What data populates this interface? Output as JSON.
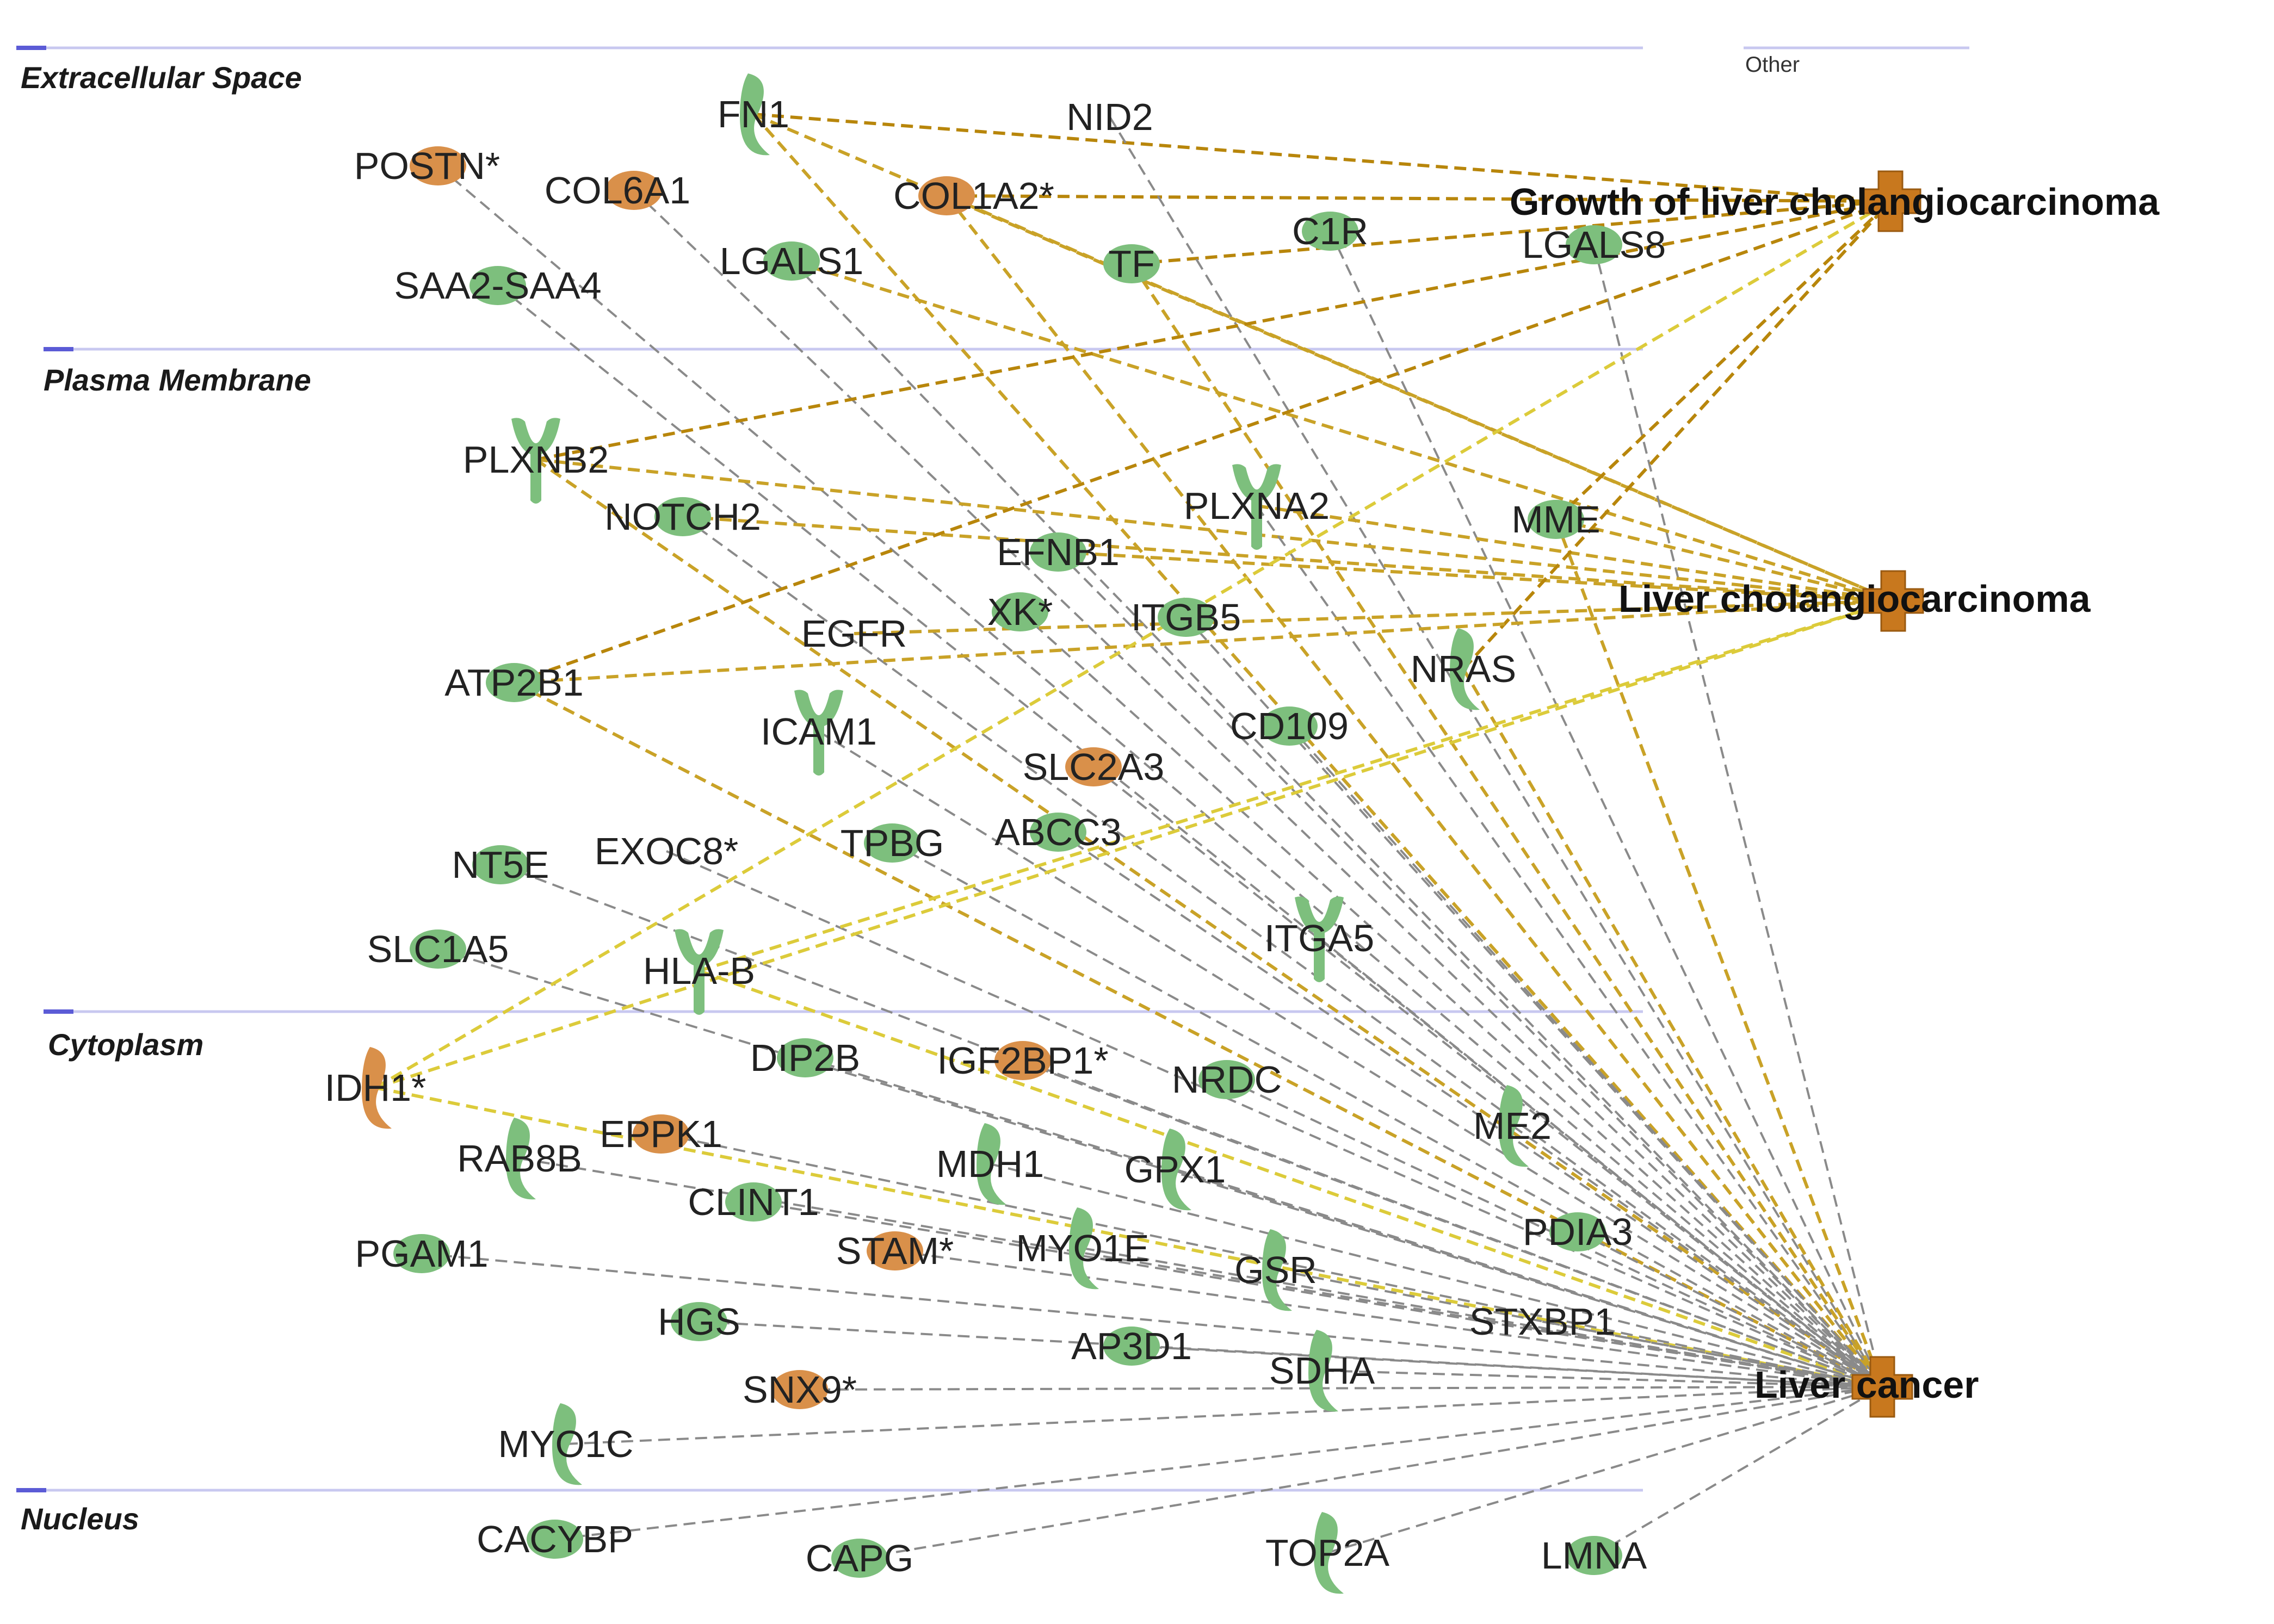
{
  "compartments": [
    {
      "id": "extracellular",
      "label": "Extracellular Space"
    },
    {
      "id": "plasma",
      "label": "Plasma Membrane"
    },
    {
      "id": "cytoplasm",
      "label": "Cytoplasm"
    },
    {
      "id": "nucleus",
      "label": "Nucleus"
    }
  ],
  "other_label": "Other",
  "colors": {
    "down_regulated": "#7dbf7d",
    "up_regulated": "#d9904a",
    "disease_node": "#c8781e",
    "edge_growth": "#b8860b",
    "edge_chol": "#c9a227",
    "edge_idh": "#dccb3a",
    "edge_cancer": "#8a8a8a",
    "divider": "#c8c8f0"
  },
  "diseases": [
    {
      "id": "growth",
      "label": "Growth of liver cholangiocarcinoma"
    },
    {
      "id": "chol",
      "label": "Liver cholangiocarcinoma"
    },
    {
      "id": "cancer",
      "label": "Liver cancer"
    }
  ],
  "genes": [
    {
      "id": "FN1",
      "label": "FN1",
      "reg": "down",
      "shape": "bean"
    },
    {
      "id": "NID2",
      "label": "NID2",
      "reg": "down",
      "shape": "none"
    },
    {
      "id": "POSTN",
      "label": "POSTN*",
      "reg": "up",
      "shape": "oval"
    },
    {
      "id": "COL6A1",
      "label": "COL6A1",
      "reg": "up",
      "shape": "oval"
    },
    {
      "id": "COL1A2",
      "label": "COL1A2*",
      "reg": "up",
      "shape": "oval"
    },
    {
      "id": "C1R",
      "label": "C1R",
      "reg": "down",
      "shape": "oval"
    },
    {
      "id": "LGALS1",
      "label": "LGALS1",
      "reg": "down",
      "shape": "oval"
    },
    {
      "id": "TF",
      "label": "TF",
      "reg": "down",
      "shape": "oval"
    },
    {
      "id": "LGALS8",
      "label": "LGALS8",
      "reg": "down",
      "shape": "oval"
    },
    {
      "id": "SAA2SAA4",
      "label": "SAA2-SAA4",
      "reg": "down",
      "shape": "oval"
    },
    {
      "id": "PLXNB2",
      "label": "PLXNB2",
      "reg": "down",
      "shape": "receptor"
    },
    {
      "id": "NOTCH2",
      "label": "NOTCH2",
      "reg": "down",
      "shape": "oval"
    },
    {
      "id": "PLXNA2",
      "label": "PLXNA2",
      "reg": "down",
      "shape": "receptor"
    },
    {
      "id": "MME",
      "label": "MME",
      "reg": "down",
      "shape": "oval"
    },
    {
      "id": "EFNB1",
      "label": "EFNB1",
      "reg": "down",
      "shape": "oval"
    },
    {
      "id": "XK",
      "label": "XK*",
      "reg": "down",
      "shape": "oval"
    },
    {
      "id": "ITGB5",
      "label": "ITGB5",
      "reg": "down",
      "shape": "oval"
    },
    {
      "id": "EGFR",
      "label": "EGFR",
      "reg": "down",
      "shape": "none"
    },
    {
      "id": "NRAS",
      "label": "NRAS",
      "reg": "down",
      "shape": "bean"
    },
    {
      "id": "ATP2B1",
      "label": "ATP2B1",
      "reg": "down",
      "shape": "oval"
    },
    {
      "id": "ICAM1",
      "label": "ICAM1",
      "reg": "down",
      "shape": "receptor"
    },
    {
      "id": "CD109",
      "label": "CD109",
      "reg": "down",
      "shape": "oval"
    },
    {
      "id": "SLC2A3",
      "label": "SLC2A3",
      "reg": "up",
      "shape": "oval"
    },
    {
      "id": "ABCC3",
      "label": "ABCC3",
      "reg": "down",
      "shape": "oval"
    },
    {
      "id": "TPBG",
      "label": "TPBG",
      "reg": "down",
      "shape": "oval"
    },
    {
      "id": "NT5E",
      "label": "NT5E",
      "reg": "down",
      "shape": "oval"
    },
    {
      "id": "EXOC8",
      "label": "EXOC8*",
      "reg": "down",
      "shape": "none"
    },
    {
      "id": "ITGA5",
      "label": "ITGA5",
      "reg": "down",
      "shape": "receptor"
    },
    {
      "id": "SLC1A5",
      "label": "SLC1A5",
      "reg": "down",
      "shape": "oval"
    },
    {
      "id": "HLAB",
      "label": "HLA-B",
      "reg": "down",
      "shape": "receptor"
    },
    {
      "id": "IDH1",
      "label": "IDH1*",
      "reg": "up",
      "shape": "bean"
    },
    {
      "id": "DIP2B",
      "label": "DIP2B",
      "reg": "down",
      "shape": "oval"
    },
    {
      "id": "IGF2BP1",
      "label": "IGF2BP1*",
      "reg": "up",
      "shape": "oval"
    },
    {
      "id": "NRDC",
      "label": "NRDC",
      "reg": "down",
      "shape": "oval"
    },
    {
      "id": "ME2",
      "label": "ME2",
      "reg": "down",
      "shape": "bean"
    },
    {
      "id": "EPPK1",
      "label": "EPPK1",
      "reg": "up",
      "shape": "oval"
    },
    {
      "id": "RAB8B",
      "label": "RAB8B",
      "reg": "down",
      "shape": "bean"
    },
    {
      "id": "MDH1",
      "label": "MDH1",
      "reg": "down",
      "shape": "bean"
    },
    {
      "id": "GPX1",
      "label": "GPX1",
      "reg": "down",
      "shape": "bean"
    },
    {
      "id": "CLINT1",
      "label": "CLINT1",
      "reg": "down",
      "shape": "oval"
    },
    {
      "id": "PDIA3",
      "label": "PDIA3",
      "reg": "down",
      "shape": "oval"
    },
    {
      "id": "PGAM1",
      "label": "PGAM1",
      "reg": "down",
      "shape": "oval"
    },
    {
      "id": "STAM",
      "label": "STAM*",
      "reg": "up",
      "shape": "oval"
    },
    {
      "id": "MYO1E",
      "label": "MYO1E",
      "reg": "down",
      "shape": "bean"
    },
    {
      "id": "GSR",
      "label": "GSR",
      "reg": "down",
      "shape": "bean"
    },
    {
      "id": "STXBP1",
      "label": "STXBP1",
      "reg": "down",
      "shape": "none"
    },
    {
      "id": "HGS",
      "label": "HGS",
      "reg": "down",
      "shape": "oval"
    },
    {
      "id": "AP3D1",
      "label": "AP3D1",
      "reg": "down",
      "shape": "oval"
    },
    {
      "id": "SDHA",
      "label": "SDHA",
      "reg": "down",
      "shape": "bean"
    },
    {
      "id": "SNX9",
      "label": "SNX9*",
      "reg": "up",
      "shape": "oval"
    },
    {
      "id": "MYO1C",
      "label": "MYO1C",
      "reg": "down",
      "shape": "bean"
    },
    {
      "id": "CACYBP",
      "label": "CACYBP",
      "reg": "down",
      "shape": "oval"
    },
    {
      "id": "CAPG",
      "label": "CAPG",
      "reg": "down",
      "shape": "oval"
    },
    {
      "id": "TOP2A",
      "label": "TOP2A",
      "reg": "down",
      "shape": "bean"
    },
    {
      "id": "LMNA",
      "label": "LMNA",
      "reg": "down",
      "shape": "oval"
    }
  ],
  "edges": [
    [
      "FN1",
      "growth"
    ],
    [
      "FN1",
      "chol"
    ],
    [
      "FN1",
      "cancer"
    ],
    [
      "COL1A2",
      "growth"
    ],
    [
      "COL1A2",
      "chol"
    ],
    [
      "COL1A2",
      "cancer"
    ],
    [
      "COL6A1",
      "cancer"
    ],
    [
      "POSTN",
      "cancer"
    ],
    [
      "TF",
      "growth"
    ],
    [
      "TF",
      "cancer"
    ],
    [
      "NID2",
      "cancer"
    ],
    [
      "C1R",
      "cancer"
    ],
    [
      "LGALS8",
      "cancer"
    ],
    [
      "LGALS1",
      "chol"
    ],
    [
      "LGALS1",
      "cancer"
    ],
    [
      "SAA2SAA4",
      "cancer"
    ],
    [
      "PLXNB2",
      "growth"
    ],
    [
      "PLXNB2",
      "chol"
    ],
    [
      "PLXNB2",
      "cancer"
    ],
    [
      "NOTCH2",
      "chol"
    ],
    [
      "NOTCH2",
      "cancer"
    ],
    [
      "PLXNA2",
      "chol"
    ],
    [
      "PLXNA2",
      "cancer"
    ],
    [
      "MME",
      "growth"
    ],
    [
      "MME",
      "chol"
    ],
    [
      "MME",
      "cancer"
    ],
    [
      "EFNB1",
      "chol"
    ],
    [
      "EFNB1",
      "cancer"
    ],
    [
      "XK",
      "cancer"
    ],
    [
      "ITGB5",
      "cancer"
    ],
    [
      "EGFR",
      "chol"
    ],
    [
      "NRAS",
      "growth"
    ],
    [
      "NRAS",
      "cancer"
    ],
    [
      "ATP2B1",
      "growth"
    ],
    [
      "ATP2B1",
      "chol"
    ],
    [
      "ATP2B1",
      "cancer"
    ],
    [
      "ICAM1",
      "cancer"
    ],
    [
      "CD109",
      "cancer"
    ],
    [
      "SLC2A3",
      "cancer"
    ],
    [
      "ABCC3",
      "cancer"
    ],
    [
      "TPBG",
      "cancer"
    ],
    [
      "NT5E",
      "cancer"
    ],
    [
      "EXOC8",
      "cancer"
    ],
    [
      "ITGA5",
      "cancer"
    ],
    [
      "SLC1A5",
      "cancer"
    ],
    [
      "HLAB",
      "chol"
    ],
    [
      "HLAB",
      "cancer"
    ],
    [
      "IDH1",
      "growth"
    ],
    [
      "IDH1",
      "chol"
    ],
    [
      "IDH1",
      "cancer"
    ],
    [
      "DIP2B",
      "cancer"
    ],
    [
      "IGF2BP1",
      "cancer"
    ],
    [
      "NRDC",
      "cancer"
    ],
    [
      "ME2",
      "cancer"
    ],
    [
      "EPPK1",
      "cancer"
    ],
    [
      "RAB8B",
      "cancer"
    ],
    [
      "MDH1",
      "cancer"
    ],
    [
      "GPX1",
      "cancer"
    ],
    [
      "CLINT1",
      "cancer"
    ],
    [
      "PDIA3",
      "cancer"
    ],
    [
      "PGAM1",
      "cancer"
    ],
    [
      "STAM",
      "cancer"
    ],
    [
      "MYO1E",
      "cancer"
    ],
    [
      "GSR",
      "cancer"
    ],
    [
      "STXBP1",
      "cancer"
    ],
    [
      "HGS",
      "cancer"
    ],
    [
      "AP3D1",
      "cancer"
    ],
    [
      "SDHA",
      "cancer"
    ],
    [
      "SNX9",
      "cancer"
    ],
    [
      "MYO1C",
      "cancer"
    ],
    [
      "CACYBP",
      "cancer"
    ],
    [
      "CAPG",
      "cancer"
    ],
    [
      "TOP2A",
      "cancer"
    ],
    [
      "LMNA",
      "cancer"
    ]
  ]
}
